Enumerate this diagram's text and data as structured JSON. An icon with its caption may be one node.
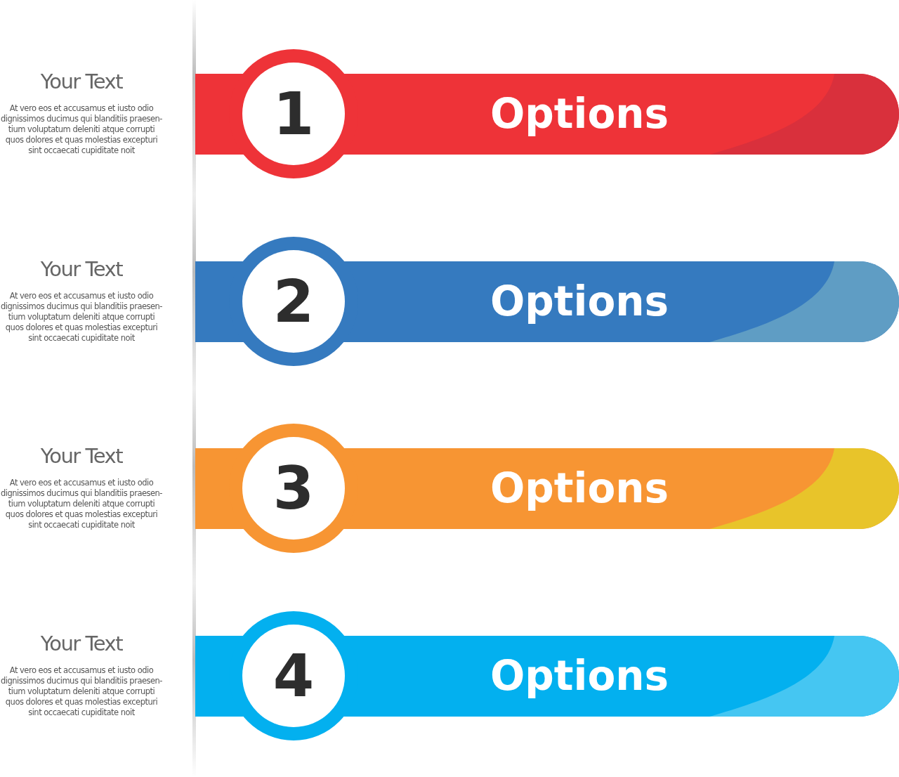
{
  "diagram": {
    "nodes": [
      {
        "text": [
          "1"
        ]
      },
      {
        "text": [
          "Options"
        ]
      },
      {
        "text": [
          "2"
        ]
      },
      {
        "text": [
          "Options"
        ]
      },
      {
        "text": [
          "3"
        ]
      },
      {
        "text": [
          "Options"
        ]
      },
      {
        "text": [
          "4"
        ]
      },
      {
        "text": [
          "Options"
        ]
      }
    ],
    "labels": [
      "Your Text",
      "At vero eos et accusamus et iusto odio dignissimos ducimus qui blanditiis praesen- tium voluptatum deleniti atque corrupti quos dolores et quas molestias excepturi sint occaecati cupiditate noit",
      "Your Text",
      "At vero eos et accusamus et iusto odio dignissimos ducimus qui blanditiis praesen- tium voluptatum deleniti atque corrupti quos dolores et quas molestias excepturi sint occaecati cupiditate noit",
      "Your Text",
      "At vero eos et accusamus et iusto odio dignissimos ducimus qui blanditiis praesen- tium voluptatum deleniti atque corrupti quos dolores et quas molestias excepturi sint occaecati cupiditate noit",
      "Your Text",
      "At vero eos et accusamus et iusto odio dignissimos ducimus qui blanditiis praesen- tium voluptatum deleniti atque corrupti quos dolores et quas molestias excepturi sint occaecati cupiditate noit"
    ]
  }
}
